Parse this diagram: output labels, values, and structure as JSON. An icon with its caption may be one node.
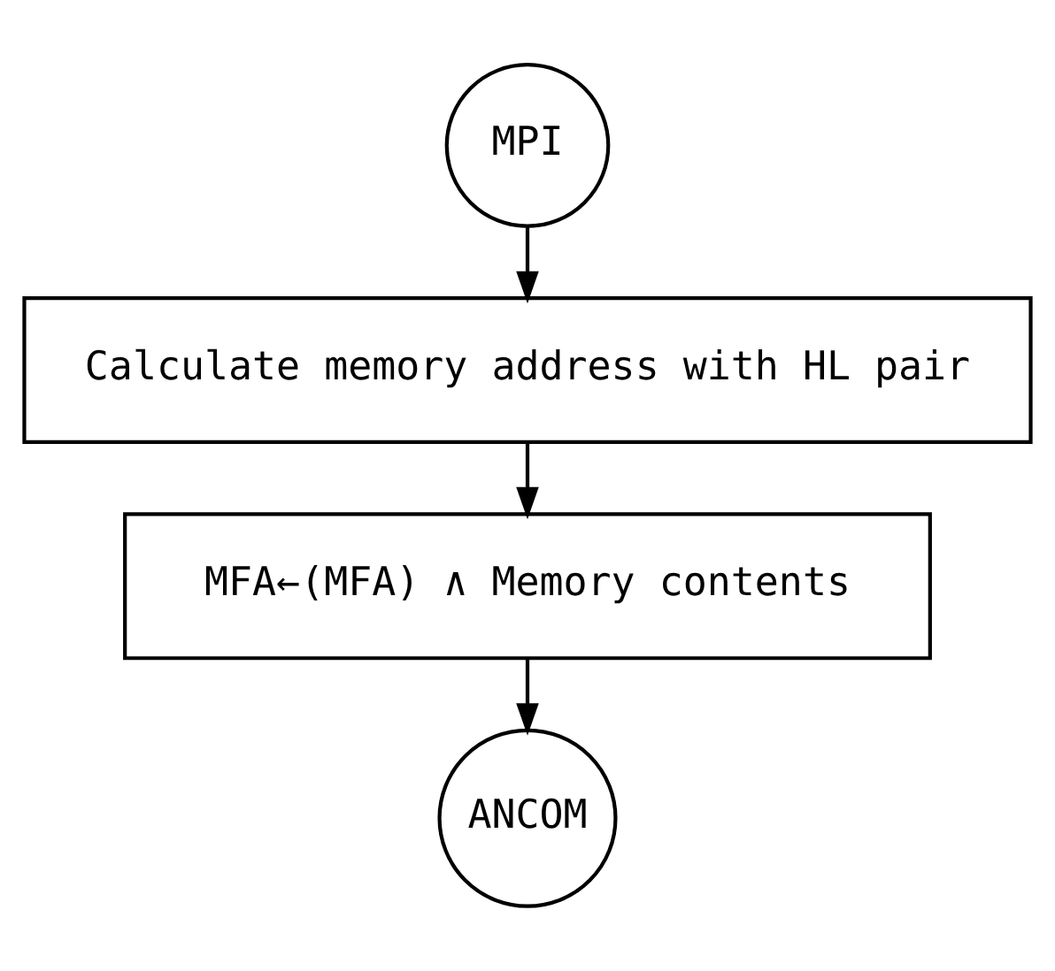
{
  "diagram": {
    "nodes": [
      {
        "text": [
          "MPI"
        ]
      },
      {
        "text": [
          "Calculate memory address with HL pair"
        ]
      },
      {
        "text": [
          "MFA←(MFA) ∧ Memory contents"
        ]
      },
      {
        "text": [
          "ANCOM"
        ]
      }
    ],
    "edges": [
      {
        "from": 0,
        "to": 1,
        "arrow": "to"
      },
      {
        "from": 1,
        "to": 2,
        "arrow": "to"
      },
      {
        "from": 2,
        "to": 3,
        "arrow": "to"
      }
    ]
  }
}
